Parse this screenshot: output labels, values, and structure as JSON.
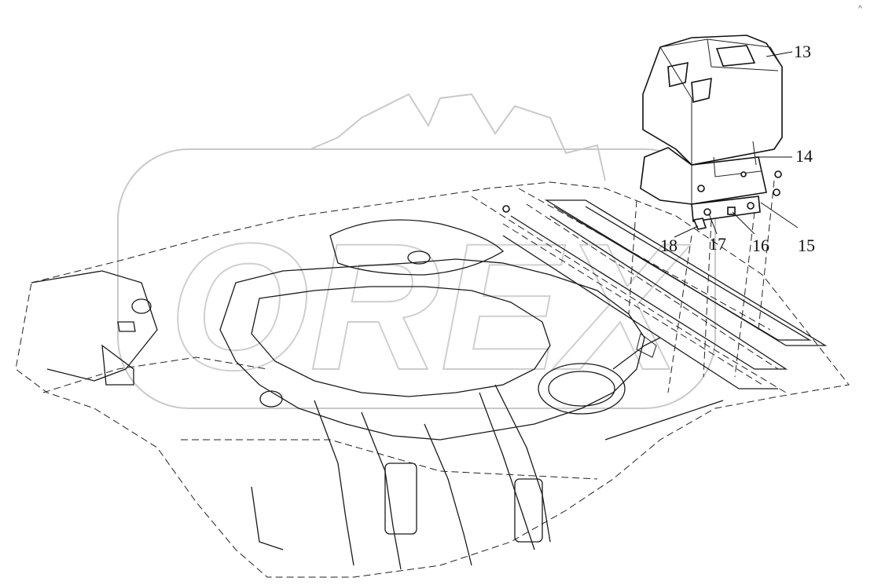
{
  "callouts": [
    {
      "id": "13",
      "label": "13"
    },
    {
      "id": "14",
      "label": "14"
    },
    {
      "id": "15",
      "label": "15"
    },
    {
      "id": "16",
      "label": "16"
    },
    {
      "id": "17",
      "label": "17"
    },
    {
      "id": "18",
      "label": "18"
    }
  ],
  "watermark": {
    "text": "OREX",
    "icon": "gear-logo-icon"
  },
  "corner_mark": "^"
}
